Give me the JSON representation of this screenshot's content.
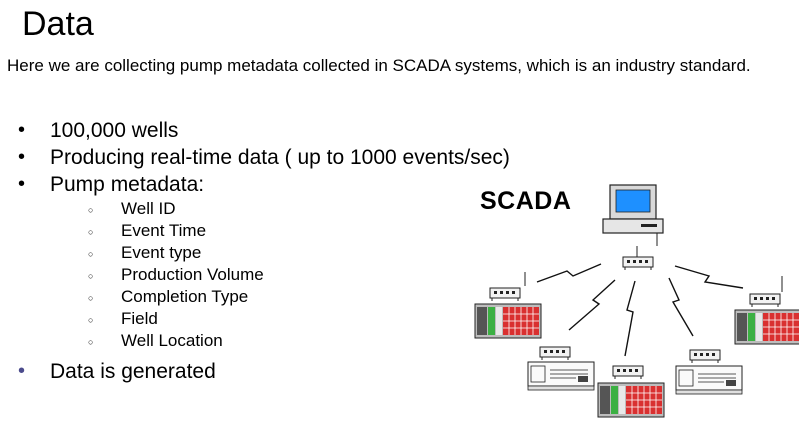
{
  "title": "Data",
  "intro": "Here we are collecting pump metadata collected in SCADA systems, which is an industry standard.",
  "bullets": {
    "wells": "100,000 wells",
    "realtime": "Producing real-time data ( up to 1000 events/sec)",
    "metadata": "Pump metadata:",
    "generated": "Data is generated"
  },
  "metadata_fields": [
    "Well ID",
    "Event Time",
    "Event type",
    "Production Volume",
    "Completion Type",
    "Field",
    "Well Location"
  ],
  "diagram": {
    "label": "SCADA",
    "icons": [
      "computer-icon",
      "network-hub-icon",
      "plc-rack-icon",
      "lightning-link-icon"
    ],
    "colors": {
      "screen": "#1e90ff",
      "green_module": "#3cb043",
      "red_module": "#d93030"
    }
  }
}
